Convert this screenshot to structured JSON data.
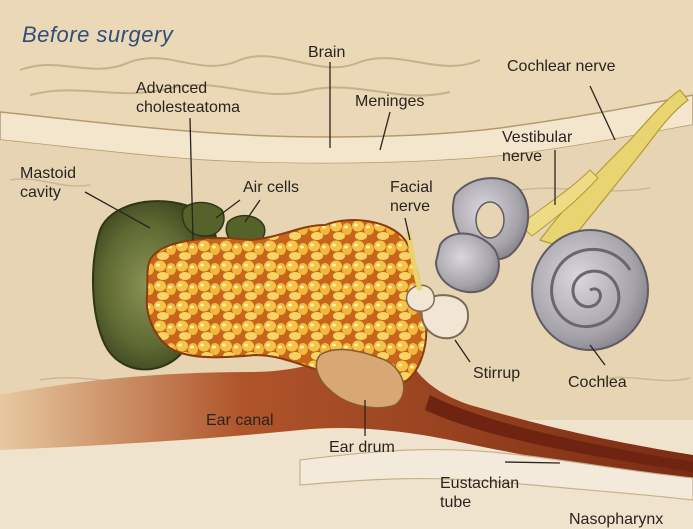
{
  "title": "Before surgery",
  "labels": {
    "brain": "Brain",
    "meninges": "Meninges",
    "cochlear_nerve": "Cochlear nerve",
    "cholesteatoma": "Advanced\ncholesteatoma",
    "vestibular_nerve": "Vestibular\nnerve",
    "mastoid_cavity": "Mastoid\ncavity",
    "air_cells": "Air cells",
    "facial_nerve": "Facial\nnerve",
    "stirrup": "Stirrup",
    "cochlea": "Cochlea",
    "ear_canal": "Ear canal",
    "ear_drum": "Ear drum",
    "eustachian_tube": "Eustachian\ntube",
    "nasopharynx": "Nasopharynx"
  },
  "colors": {
    "bone": "#e8d9bd",
    "brain": "#e3cfae",
    "canal_dark": "#8a3a1e",
    "mastoid_green": "#4d5a2a",
    "cholesteatoma": "#f0b030",
    "cochlea_grey": "#a9a6ad",
    "nerve_yellow": "#e7d06a",
    "title_blue": "#2f4f7a"
  }
}
